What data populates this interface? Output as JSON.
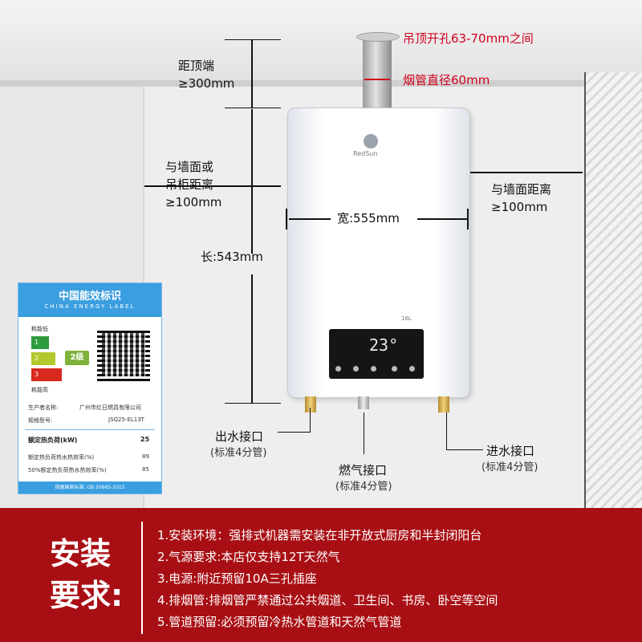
{
  "dimensions": {
    "top_clearance_line1": "距顶端",
    "top_clearance_line2": "≥300mm",
    "ceiling_hole": "吊顶开孔63-70mm之间",
    "flue_diameter": "烟管直径60mm",
    "left_clearance_line1": "与墙面或",
    "left_clearance_line2": "吊柜距离",
    "left_clearance_line3": "≥100mm",
    "right_clearance_line1": "与墙面距离",
    "right_clearance_line2": "≥100mm",
    "width": "宽:555mm",
    "length": "长:543mm"
  },
  "heater": {
    "brand": "RedSun",
    "model_text": "16L",
    "temperature": "23°"
  },
  "connectors": {
    "water_out_name": "出水接口",
    "water_out_spec": "(标准4分管)",
    "gas_name": "燃气接口",
    "gas_spec": "(标准4分管)",
    "water_in_name": "进水接口",
    "water_in_spec": "(标准4分管)"
  },
  "energy_label": {
    "title": "中国能效标识",
    "subtitle": "CHINA ENERGY LABEL",
    "low_text": "耗能低",
    "high_text": "耗能高",
    "grades": [
      "1",
      "2",
      "3"
    ],
    "rating": "2级",
    "manufacturer_label": "生产者名称:",
    "manufacturer": "广州市红日燃具有限公司",
    "model_label": "规格型号:",
    "model": "JSQ25-EL13T",
    "rated_load_label": "额定热负荷(kW)",
    "rated_load": "25",
    "eff1_label": "额定热负荷热水热效率(%)",
    "eff1": "89",
    "eff2_label": "50%额定热负荷热水热效率(%)",
    "eff2": "85",
    "standard": "依据国家标准: GB 20665-2015"
  },
  "requirements": {
    "heading_line1": "安装",
    "heading_line2": "要求:",
    "items": [
      "1.安装环境：强排式机器需安装在非开放式厨房和半封闭阳台",
      "2.气源要求:本店仅支持12T天然气",
      "3.电源:附近预留10A三孔插座",
      "4.排烟管:排烟管严禁通过公共烟道、卫生间、书房、卧空等空间",
      "5.管道预留:必须预留冷热水管道和天然气管道"
    ]
  },
  "colors": {
    "band": "#a80f14",
    "label_blue": "#3a9ee0",
    "annotation_red": "#d0021b"
  }
}
